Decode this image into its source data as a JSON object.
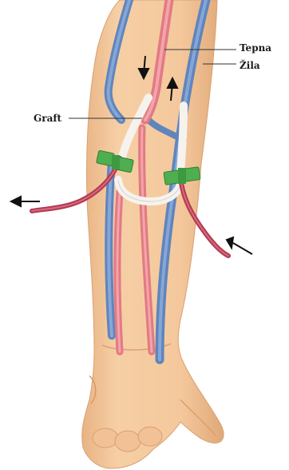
{
  "labels": {
    "artery": "Tepna",
    "vein": "Žila",
    "graft": "Graft"
  },
  "colors": {
    "skin": "#f4c89c",
    "skin_shadow": "#e6b07f",
    "artery": "#e87a82",
    "artery_dark": "#c9505c",
    "vein": "#6f94c8",
    "vein_dark": "#4f73aa",
    "graft": "#f4f1ec",
    "clamp": "#4fae4f",
    "tube": "#b23a52"
  }
}
